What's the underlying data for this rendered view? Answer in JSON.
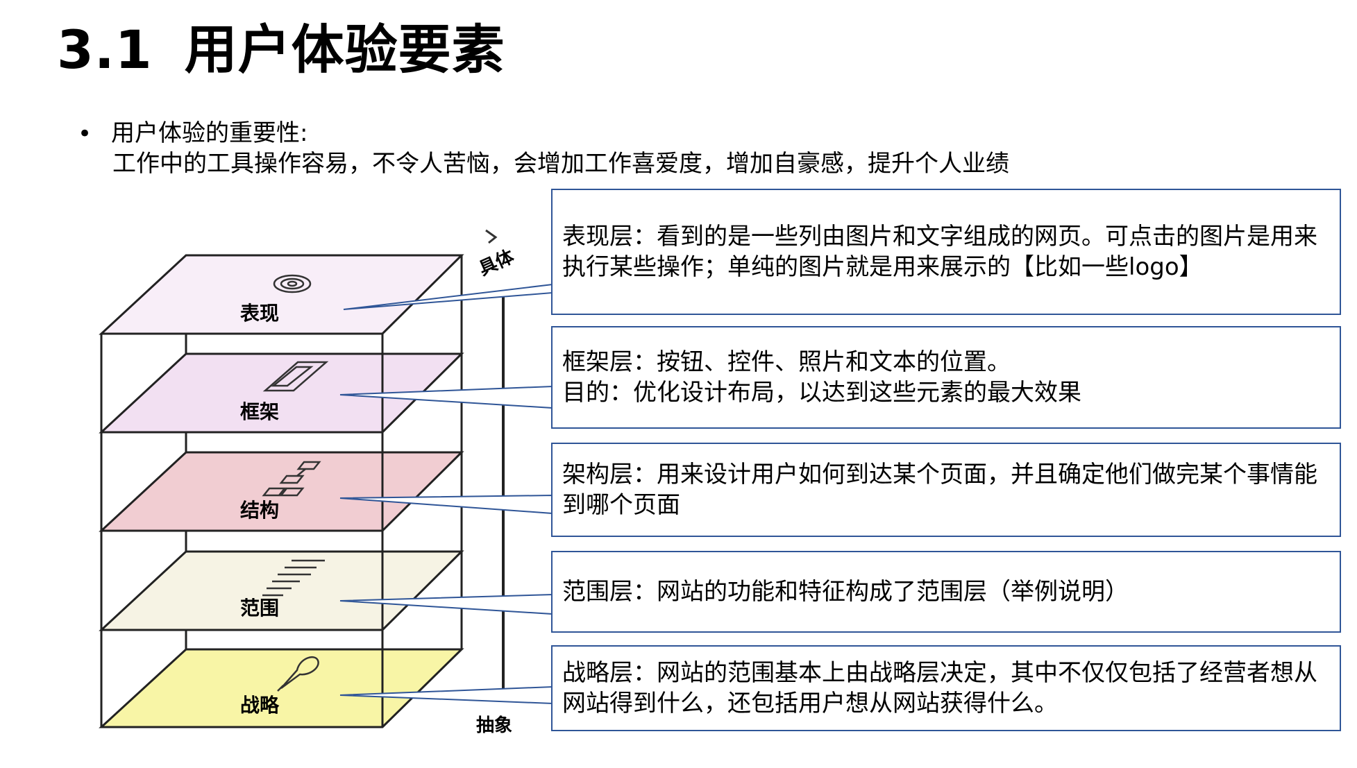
{
  "title": {
    "number": "3.1",
    "text": "用户体验要素"
  },
  "bullet": {
    "heading": "用户体验的重要性:",
    "body": "工作中的工具操作容易，不令人苦恼，会增加工作喜爱度，增加自豪感，提升个人业绩"
  },
  "diagram": {
    "layers": [
      {
        "label": "表现",
        "fill": "#f8eef8"
      },
      {
        "label": "框架",
        "fill": "#f2e0f2"
      },
      {
        "label": "结构",
        "fill": "#f1cdd2"
      },
      {
        "label": "范围",
        "fill": "#f6f3e4"
      },
      {
        "label": "战略",
        "fill": "#f8f5a6"
      }
    ],
    "axis_top_label": "具体",
    "axis_bottom_label": "抽象"
  },
  "callouts": [
    {
      "text": "表现层：看到的是一些列由图片和文字组成的网页。可点击的图片是用来执行某些操作；单纯的图片就是用来展示的【比如一些logo】"
    },
    {
      "line1": "框架层：按钮、控件、照片和文本的位置。",
      "line2": "目的：优化设计布局，以达到这些元素的最大效果"
    },
    {
      "text": "架构层：用来设计用户如何到达某个页面，并且确定他们做完某个事情能到哪个页面"
    },
    {
      "text": "范围层：网站的功能和特征构成了范围层（举例说明）"
    },
    {
      "text": "战略层：网站的范围基本上由战略层决定，其中不仅仅包括了经营者想从网站得到什么，还包括用户想从网站获得什么。"
    }
  ],
  "colors": {
    "callout_border": "#2f5597",
    "diagram_stroke": "#222222"
  }
}
